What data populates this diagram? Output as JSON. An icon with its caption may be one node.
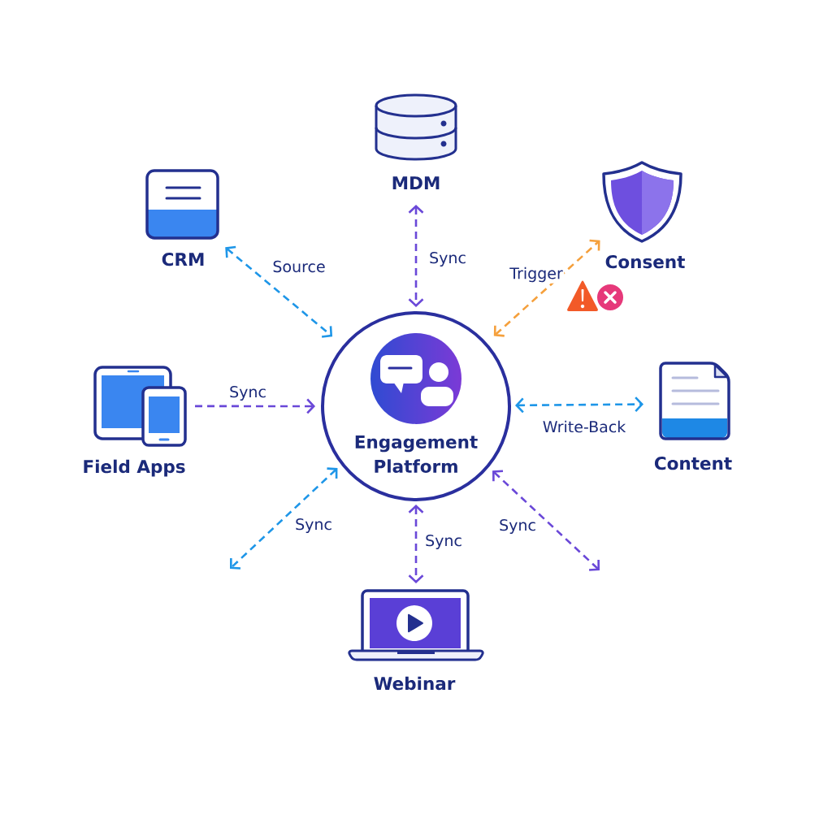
{
  "diagram": {
    "nodes": [
      {
        "text": [
          "MDM"
        ]
      },
      {
        "text": [
          "CRM"
        ]
      },
      {
        "text": [
          "Consent"
        ]
      },
      {
        "text": [
          "Field Apps"
        ]
      },
      {
        "text": [
          "Engagement Platform"
        ]
      },
      {
        "text": [
          "Content"
        ]
      },
      {
        "text": [
          "Webinar"
        ]
      }
    ],
    "edges": [
      {
        "from": 1,
        "to": 4,
        "arrow": "both",
        "label": "Source",
        "style": "dashed",
        "color": "#1e96e8"
      },
      {
        "from": 0,
        "to": 4,
        "arrow": "both",
        "label": "Sync",
        "style": "dashed"
      },
      {
        "from": 4,
        "to": 2,
        "arrow": "both",
        "label": "Trigger",
        "style": "dashed",
        "color": "#f5a03c"
      },
      {
        "from": 3,
        "to": 4,
        "arrow": "to",
        "label": "Sync",
        "style": "dashed"
      },
      {
        "from": 4,
        "to": 5,
        "arrow": "both",
        "label": "Write-Back",
        "style": "dashed",
        "color": "#1e96e8"
      },
      {
        "from": 4,
        "to": null,
        "arrow": "both",
        "label": "Sync",
        "style": "dashed",
        "color": "#1e96e8"
      },
      {
        "from": 4,
        "to": 6,
        "arrow": "both",
        "label": "Sync",
        "style": "dashed"
      },
      {
        "from": 4,
        "to": null,
        "arrow": "both",
        "label": "Sync",
        "style": "dashed"
      }
    ]
  }
}
